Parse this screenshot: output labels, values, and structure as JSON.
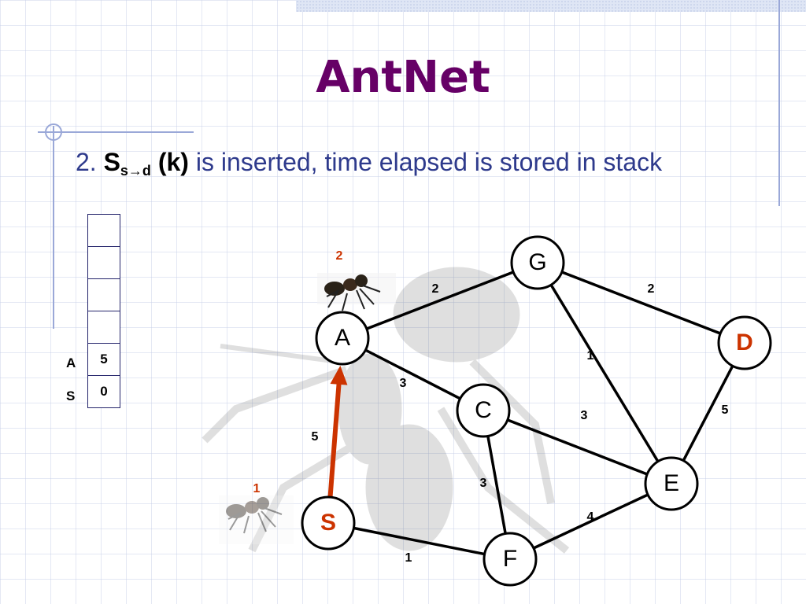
{
  "slide": {
    "title": "AntNet",
    "bullet": {
      "number": "2.",
      "symbol": "S",
      "subscript": "s→d",
      "arg": "(k)",
      "text": "is inserted, time elapsed is stored in stack"
    }
  },
  "stack": {
    "rows": [
      {
        "node": "",
        "value": ""
      },
      {
        "node": "",
        "value": ""
      },
      {
        "node": "",
        "value": ""
      },
      {
        "node": "",
        "value": ""
      },
      {
        "node": "A",
        "value": "5"
      },
      {
        "node": "S",
        "value": "0"
      }
    ]
  },
  "graph": {
    "nodes": [
      {
        "id": "G",
        "label": "G",
        "highlight": false
      },
      {
        "id": "A",
        "label": "A",
        "highlight": false
      },
      {
        "id": "D",
        "label": "D",
        "highlight": true
      },
      {
        "id": "C",
        "label": "C",
        "highlight": false
      },
      {
        "id": "E",
        "label": "E",
        "highlight": false
      },
      {
        "id": "S",
        "label": "S",
        "highlight": true
      },
      {
        "id": "F",
        "label": "F",
        "highlight": false
      }
    ],
    "edges": [
      {
        "from": "A",
        "to": "G",
        "weight": "2"
      },
      {
        "from": "G",
        "to": "D",
        "weight": "2"
      },
      {
        "from": "G",
        "to": "E",
        "weight": "1"
      },
      {
        "from": "A",
        "to": "C",
        "weight": "3"
      },
      {
        "from": "C",
        "to": "E",
        "weight": "3"
      },
      {
        "from": "D",
        "to": "E",
        "weight": "5"
      },
      {
        "from": "C",
        "to": "F",
        "weight": "3"
      },
      {
        "from": "S",
        "to": "F",
        "weight": "1"
      },
      {
        "from": "F",
        "to": "E",
        "weight": "4"
      },
      {
        "from": "S",
        "to": "A",
        "weight": "5",
        "path": true
      }
    ],
    "ants": [
      {
        "label": "1",
        "at": "S"
      },
      {
        "label": "2",
        "at": "A"
      }
    ],
    "colors": {
      "highlight": "#cc3300",
      "path": "#cc3300",
      "edge": "#000000"
    }
  }
}
